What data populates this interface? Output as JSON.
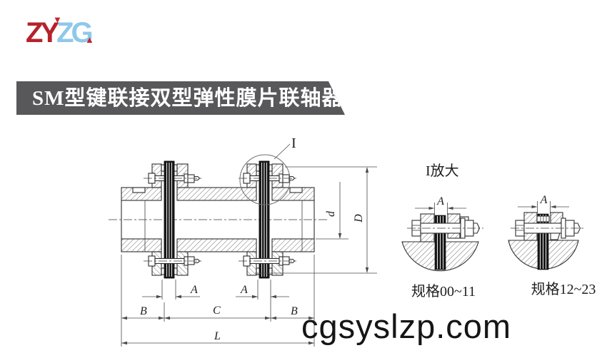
{
  "logo": {
    "text_red": "ZY",
    "text_blue": "ZG"
  },
  "banner": {
    "title": "SM型键联接双型弹性膜片联轴器"
  },
  "watermark": {
    "text": "cgsyslzp.com"
  },
  "drawing": {
    "detail_ref": "I",
    "detail_view_title": "I放大",
    "spec_range_left": "规格00~11",
    "spec_range_right": "规格12~23",
    "dim_A": "A",
    "dim_B": "B",
    "dim_C": "C",
    "dim_L": "L",
    "dim_d": "d",
    "dim_D": "D"
  },
  "colors": {
    "logo_red": "#b5222b",
    "logo_blue": "#8fc8ea",
    "banner_bg": "#58585a",
    "banner_text": "#ffffff",
    "drawing_line": "#2f2f2f",
    "watermark_text": "#151515"
  }
}
